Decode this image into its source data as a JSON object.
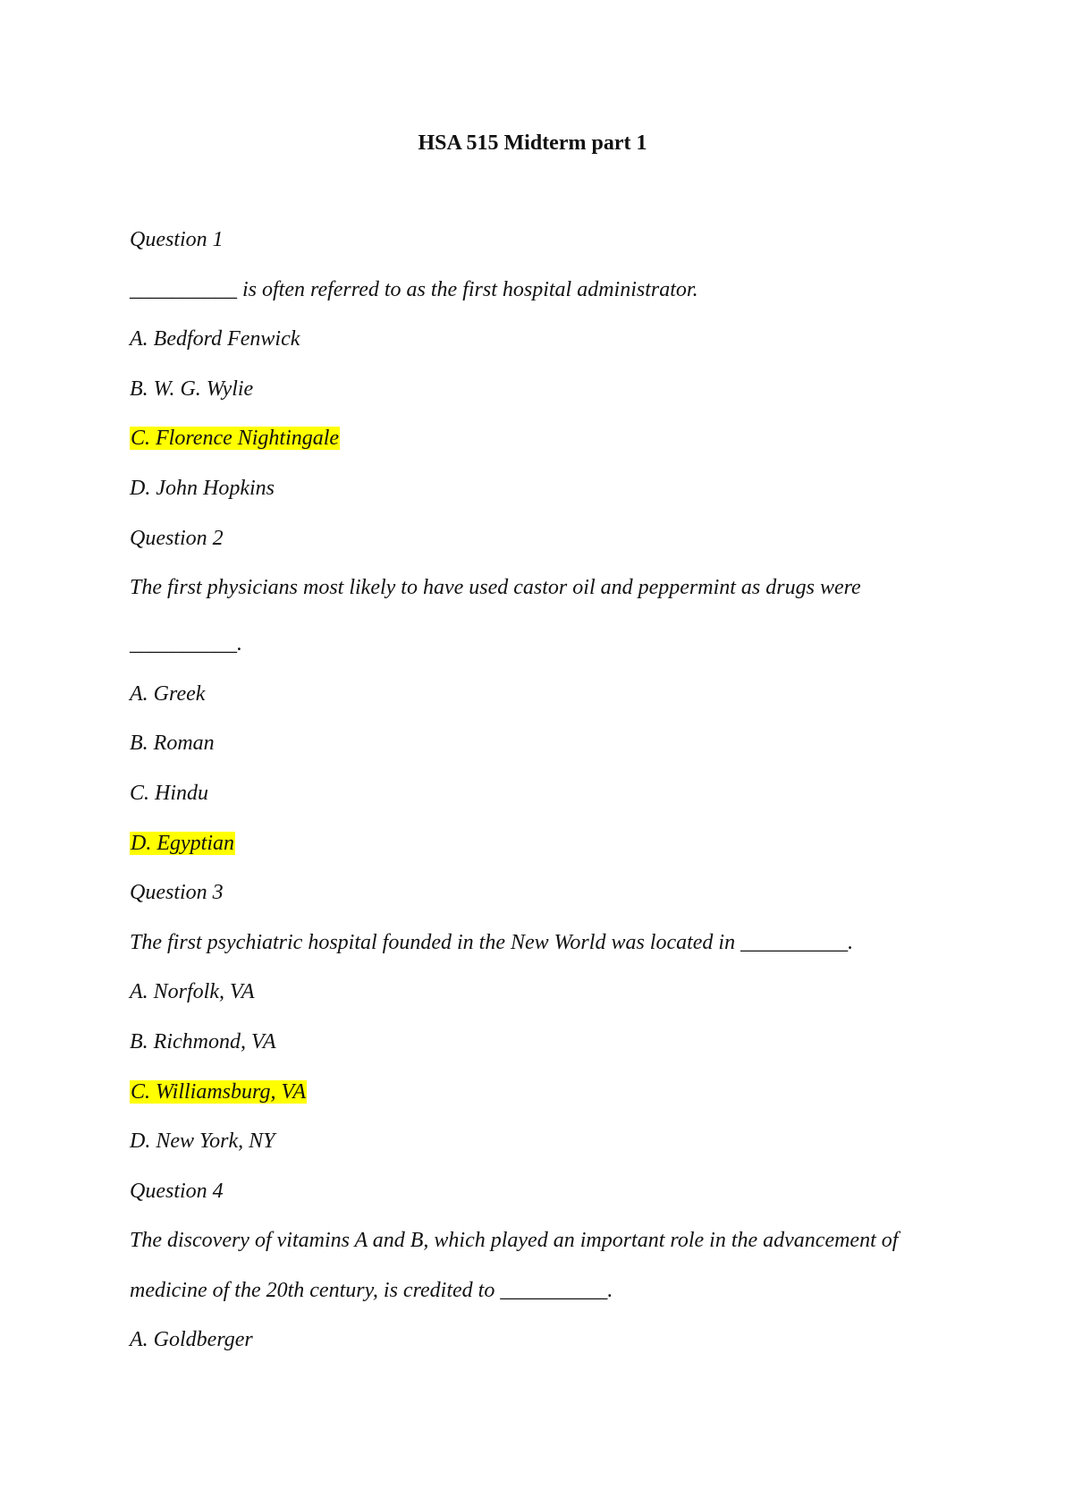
{
  "document": {
    "title": "HSA 515 Midterm part 1"
  },
  "colors": {
    "answer_highlight": "#ffff00",
    "text": "#111111",
    "page_background": "#ffffff"
  },
  "questions": [
    {
      "label": "Question 1",
      "prompt": "__________ is often referred to as the first hospital administrator.",
      "options": [
        {
          "text": "A. Bedford Fenwick",
          "highlighted": false
        },
        {
          "text": "B. W. G. Wylie",
          "highlighted": false
        },
        {
          "text": "C. Florence Nightingale",
          "highlighted": true
        },
        {
          "text": "D. John Hopkins",
          "highlighted": false
        }
      ]
    },
    {
      "label": "Question 2",
      "prompt_line1": "The first physicians most likely to have used castor oil and peppermint as drugs were",
      "prompt_line2": "__________.",
      "options": [
        {
          "text": "A. Greek",
          "highlighted": false
        },
        {
          "text": "B. Roman",
          "highlighted": false
        },
        {
          "text": "C. Hindu",
          "highlighted": false
        },
        {
          "text": "D. Egyptian",
          "highlighted": true
        }
      ]
    },
    {
      "label": "Question 3",
      "prompt": "The first psychiatric hospital founded in the New World was located in __________.",
      "options": [
        {
          "text": "A. Norfolk, VA",
          "highlighted": false
        },
        {
          "text": "B. Richmond, VA",
          "highlighted": false
        },
        {
          "text": "C. Williamsburg, VA",
          "highlighted": true
        },
        {
          "text": "D. New York, NY",
          "highlighted": false
        }
      ]
    },
    {
      "label": "Question 4",
      "prompt_line1": "The discovery of vitamins A and B, which played an important role in the advancement of",
      "prompt_line2": "medicine of the 20th century, is credited to __________.",
      "options": [
        {
          "text": "A. Goldberger",
          "highlighted": false
        }
      ]
    }
  ]
}
